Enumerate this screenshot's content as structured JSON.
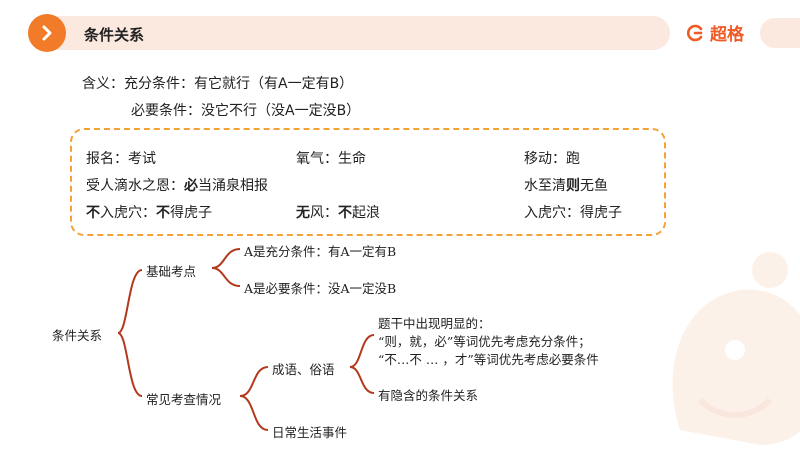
{
  "header": {
    "title": "条件关系",
    "logo_text": "超格",
    "accent": "#f27b2a"
  },
  "meaning": {
    "line1": "含义：充分条件：有它就行（有A一定有B）",
    "line2": "必要条件：没它不行（没A一定没B）"
  },
  "examples": {
    "r1c1": "报名：考试",
    "r1c2": "氧气：生命",
    "r1c3": "移动：跑",
    "r2c1_pre": "受人滴水之恩：",
    "r2c1_bold": "必",
    "r2c1_post": "当涌泉相报",
    "r2c3_pre": "水至清",
    "r2c3_bold": "则",
    "r2c3_post": "无鱼",
    "r3c1_b1": "不",
    "r3c1_t1": "入虎穴：",
    "r3c1_b2": "不",
    "r3c1_t2": "得虎子",
    "r3c2_b1": "无",
    "r3c2_t1": "风：",
    "r3c2_b2": "不",
    "r3c2_t2": "起浪",
    "r3c3": "入虎穴：得虎子"
  },
  "tree": {
    "root": "条件关系",
    "basic": "基础考点",
    "basic_a": "A是充分条件：有A一定有B",
    "basic_b": "A是必要条件：没A一定没B",
    "common": "常见考查情况",
    "idiom": "成语、俗语",
    "idiom_note1": "题干中出现明显的：",
    "idiom_note2": "“则，就，必”等词优先考虑充分条件；",
    "idiom_note3": "“不…不 … ，才”等词优先考虑必要条件",
    "idiom_hidden": "有隐含的条件关系",
    "daily": "日常生活事件"
  }
}
